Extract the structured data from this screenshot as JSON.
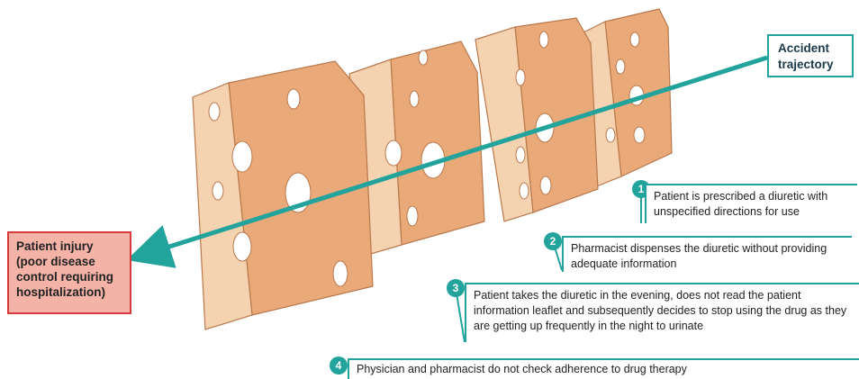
{
  "trajectory_label": "Accident trajectory",
  "injury": {
    "title": "Patient injury",
    "detail": "(poor disease control requiring hospitalization)"
  },
  "steps": [
    {
      "number": "1",
      "text": "Patient is prescribed a diuretic with unspecified directions for use"
    },
    {
      "number": "2",
      "text": "Pharmacist dispenses the diuretic without providing adequate information"
    },
    {
      "number": "3",
      "text": "Patient takes the diuretic in the evening, does not read the patient information leaflet and subsequently decides to stop using the drug as they are getting up frequently in the night to urinate"
    },
    {
      "number": "4",
      "text": "Physician and pharmacist do not check adherence to drug therapy"
    }
  ],
  "colors": {
    "accent_teal": "#22a39c",
    "cheese_face": "#f6d3b0",
    "cheese_edge": "#e9a978",
    "injury_fill": "#f5b2a6",
    "injury_border": "#d83b3b"
  }
}
